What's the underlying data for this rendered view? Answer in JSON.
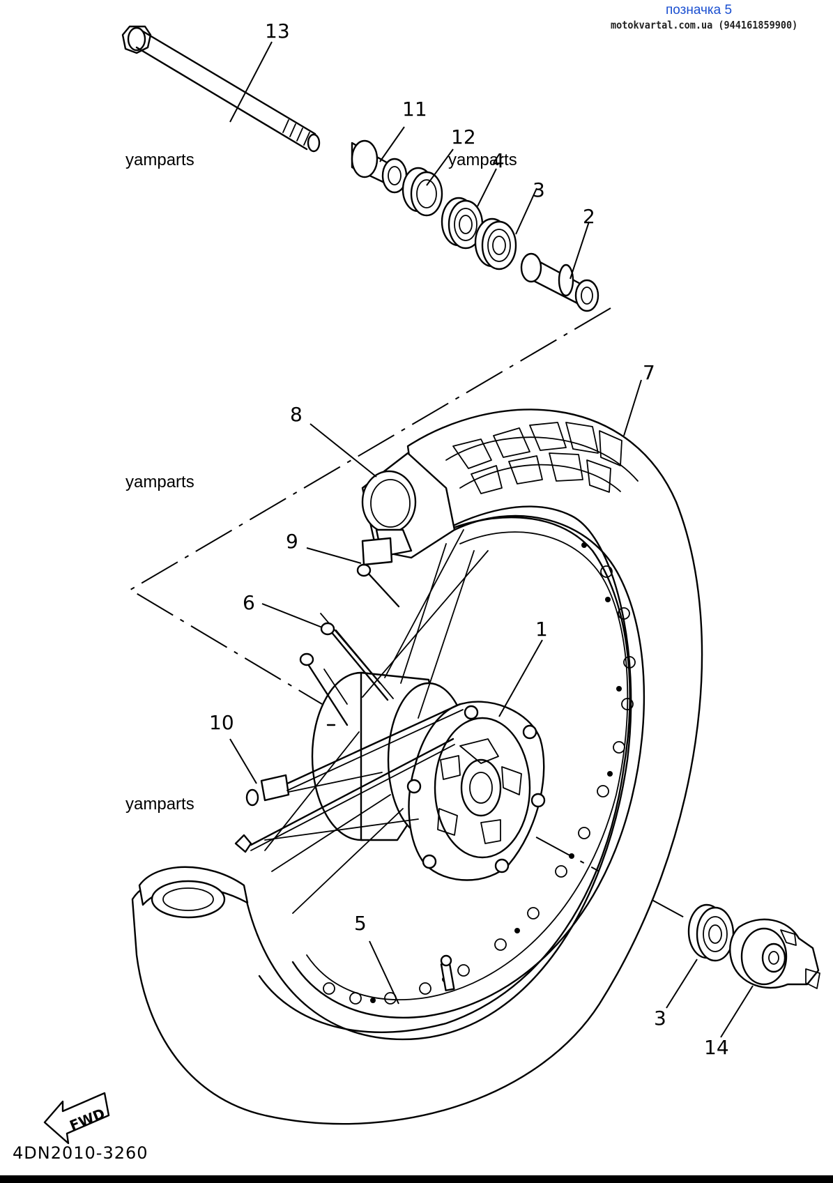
{
  "header": {
    "title": "позначка 5",
    "site": "motokvartal.com.ua (944161859900)"
  },
  "watermark": {
    "text": "yamparts"
  },
  "diagram": {
    "callouts": {
      "c1": "1",
      "c2": "2",
      "c3a": "3",
      "c3b": "3",
      "c4": "4",
      "c5": "5",
      "c6": "6",
      "c7": "7",
      "c8": "8",
      "c9": "9",
      "c10": "10",
      "c11": "11",
      "c12": "12",
      "c13": "13",
      "c14": "14"
    },
    "fwd_label": "FWD",
    "drawing_code": "4DN2010-3260"
  }
}
